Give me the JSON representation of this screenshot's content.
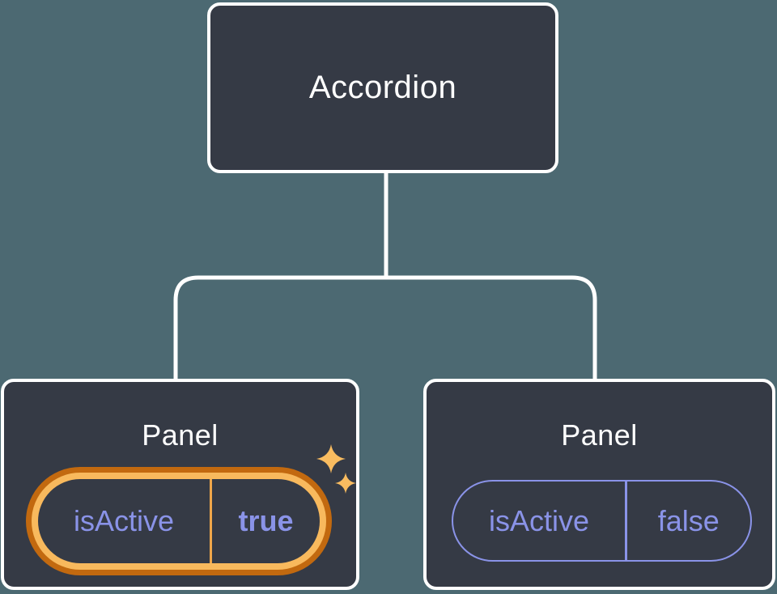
{
  "diagram": {
    "root": {
      "label": "Accordion"
    },
    "panels": [
      {
        "title": "Panel",
        "prop_name": "isActive",
        "prop_value": "true",
        "highlighted": true
      },
      {
        "title": "Panel",
        "prop_name": "isActive",
        "prop_value": "false",
        "highlighted": false
      }
    ]
  },
  "colors": {
    "background": "#4C6972",
    "node_fill": "#353A45",
    "node_border": "#FFFFFF",
    "connector": "#FFFFFF",
    "title_text": "#FFFFFF",
    "state_text": "#8A93E8",
    "highlight_outer": "#C2690F",
    "highlight_inner": "#F8B95D",
    "highlight_divider": "#EFA64A",
    "sparkle": "#F9BC60"
  }
}
